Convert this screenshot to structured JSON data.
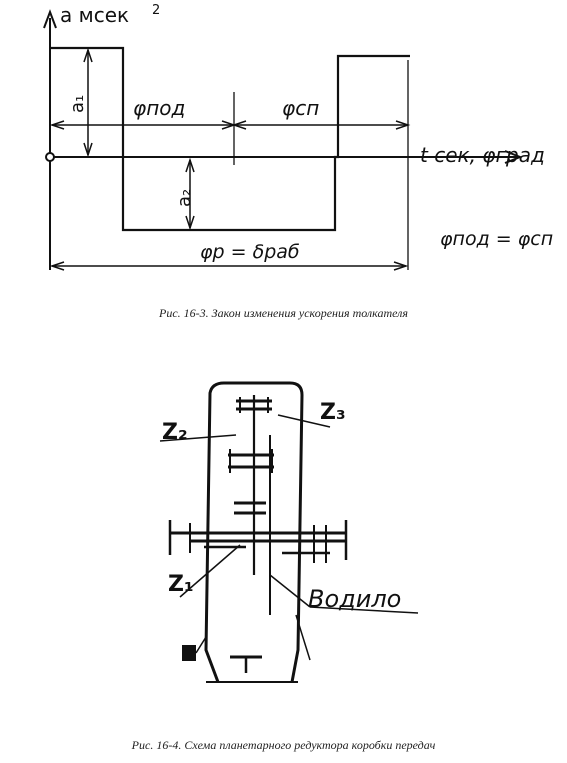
{
  "figure1": {
    "axis_y_label": "a мсек",
    "axis_y_sup": "2",
    "axis_x_label": "t сек, φград",
    "label_a1": "a₁",
    "label_a2": "a₂",
    "label_phi_pod": "φпод",
    "label_phi_sp": "φсп",
    "label_phi_p": "φр = δраб",
    "equation": "φпод = φсп",
    "caption": "Рис. 16-3. Закон изменения ускорения толкателя"
  },
  "figure2": {
    "label_z2": "Z₂",
    "label_z3": "Z₃",
    "label_z1": "Z₁",
    "label_vodilo": "Водило",
    "caption": "Рис. 16-4. Схема планетарного редуктора коробки передач"
  }
}
